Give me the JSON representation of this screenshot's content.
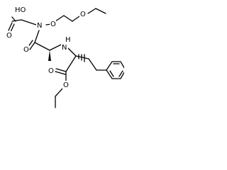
{
  "molecule": {
    "atoms": {
      "hydroxyl": "HO",
      "carbonyl_o_acid": "O",
      "n_amide": "N",
      "o_ether_link": "O",
      "o_ether_chain": "O",
      "carbonyl_o_amide": "O",
      "n_amine": "N",
      "h_amine": "H",
      "carbonyl_o_ester": "O",
      "o_ester": "O"
    }
  }
}
